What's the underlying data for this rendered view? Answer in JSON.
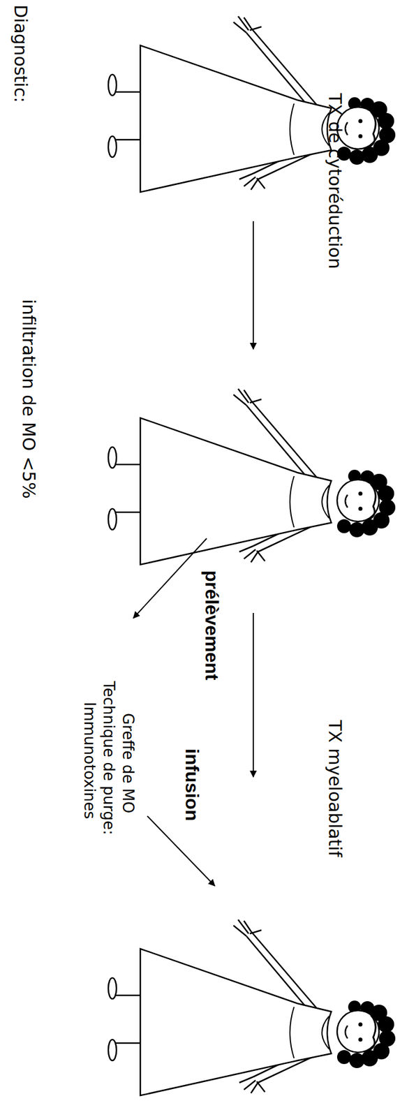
{
  "diagram": {
    "labels": [
      "TX de cytoréduction",
      "prélèvement",
      "infusion",
      "TX myeloablatif",
      "Greffe de MO",
      "Technique de purge:",
      "Immunotoxines",
      "Diagnostic:",
      "infiltration de MO <5%"
    ]
  }
}
